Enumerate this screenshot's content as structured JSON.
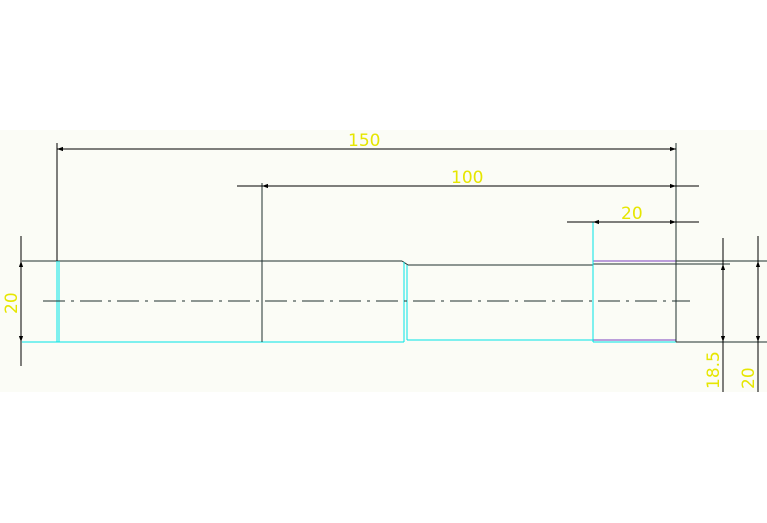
{
  "drawing": {
    "colors": {
      "background": "#fbfcf6",
      "outline": "#1f2f2f",
      "edge": "#00e5e5",
      "dimension": "#000000",
      "dimension_text": "#e6e600",
      "highlight": "#7b3fbf"
    },
    "dimensions": {
      "overall_length": "150",
      "middle_length": "100",
      "end_length": "20",
      "left_diameter": "20",
      "right_diameter_a": "18.5",
      "right_diameter_b": "20"
    }
  }
}
